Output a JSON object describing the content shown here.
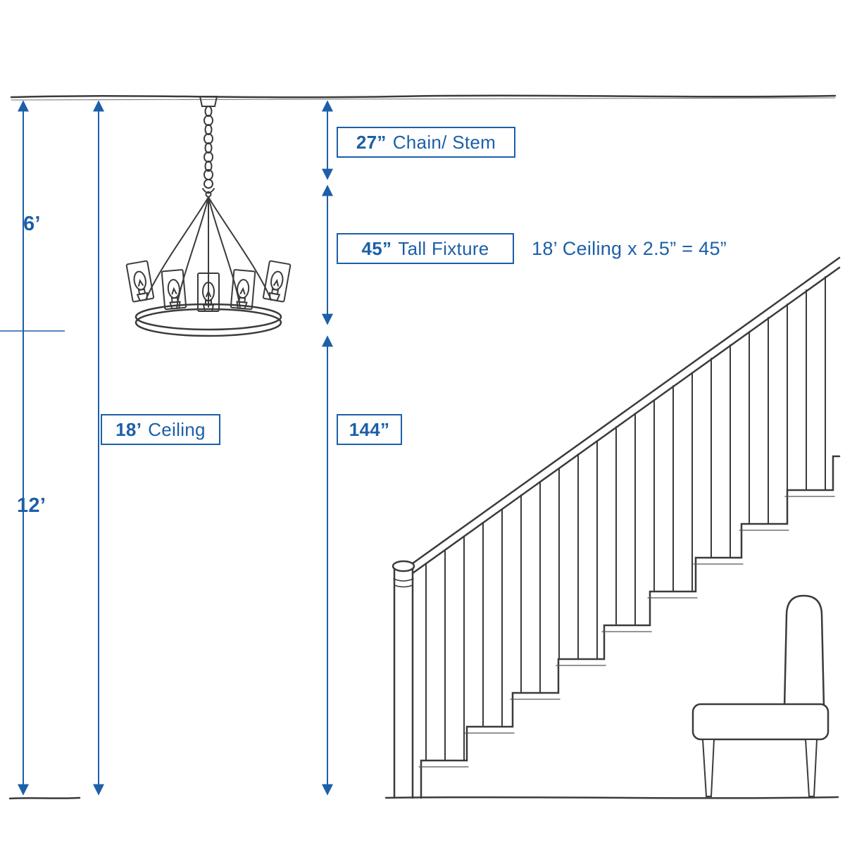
{
  "colors": {
    "accent_blue": "#1d5fa8",
    "sketch_gray": "#3b3b3b"
  },
  "labels": {
    "upper_height": "6’",
    "lower_height": "12’",
    "ceiling": {
      "value": "18’",
      "text": "Ceiling"
    },
    "chain_stem": {
      "value": "27”",
      "text": "Chain/ Stem"
    },
    "tall_fixture": {
      "value": "45”",
      "text": "Tall Fixture"
    },
    "total_drop": "144”",
    "formula": "18’ Ceiling x 2.5” = 45”"
  }
}
